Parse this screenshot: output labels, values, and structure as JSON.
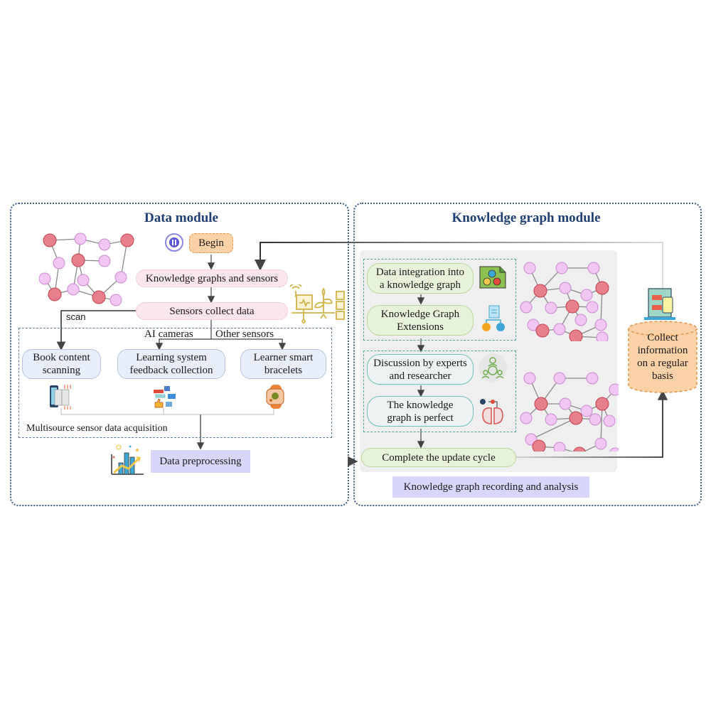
{
  "data_module": {
    "title": "Data module",
    "begin": "Begin",
    "knowledge_graphs_sensors": "Knowledge graphs and sensors",
    "sensors_collect": "Sensors collect data",
    "scan_label": "scan",
    "ai_cameras_label": "AI cameras",
    "other_sensors_label": "Other sensors",
    "nodes": {
      "book": [
        "Book content",
        "scanning"
      ],
      "learning": [
        "Learning system",
        "feedback collection"
      ],
      "bracelets": [
        "Learner smart",
        "bracelets"
      ]
    },
    "multisource_label": "Multisource sensor data acquisition",
    "preprocessing": "Data preprocessing"
  },
  "kg_module": {
    "title": "Knowledge graph module",
    "integration": [
      "Data integration into",
      "a knowledge graph"
    ],
    "extensions": [
      "Knowledge Graph",
      "Extensions"
    ],
    "discussion": [
      "Discussion by experts",
      "and researcher"
    ],
    "perfect": [
      "The knowledge",
      "graph is perfect"
    ],
    "complete": "Complete the update cycle",
    "recording": "Knowledge graph recording and analysis",
    "collect": [
      "Collect",
      "information",
      "on a regular",
      "basis"
    ]
  },
  "colors": {
    "title": "#1f3f73",
    "node_red": "#e8808c",
    "node_pink": "#f2c6f2",
    "begin_fill": "#fbd1a8",
    "lavender": "#d9d6fb"
  }
}
